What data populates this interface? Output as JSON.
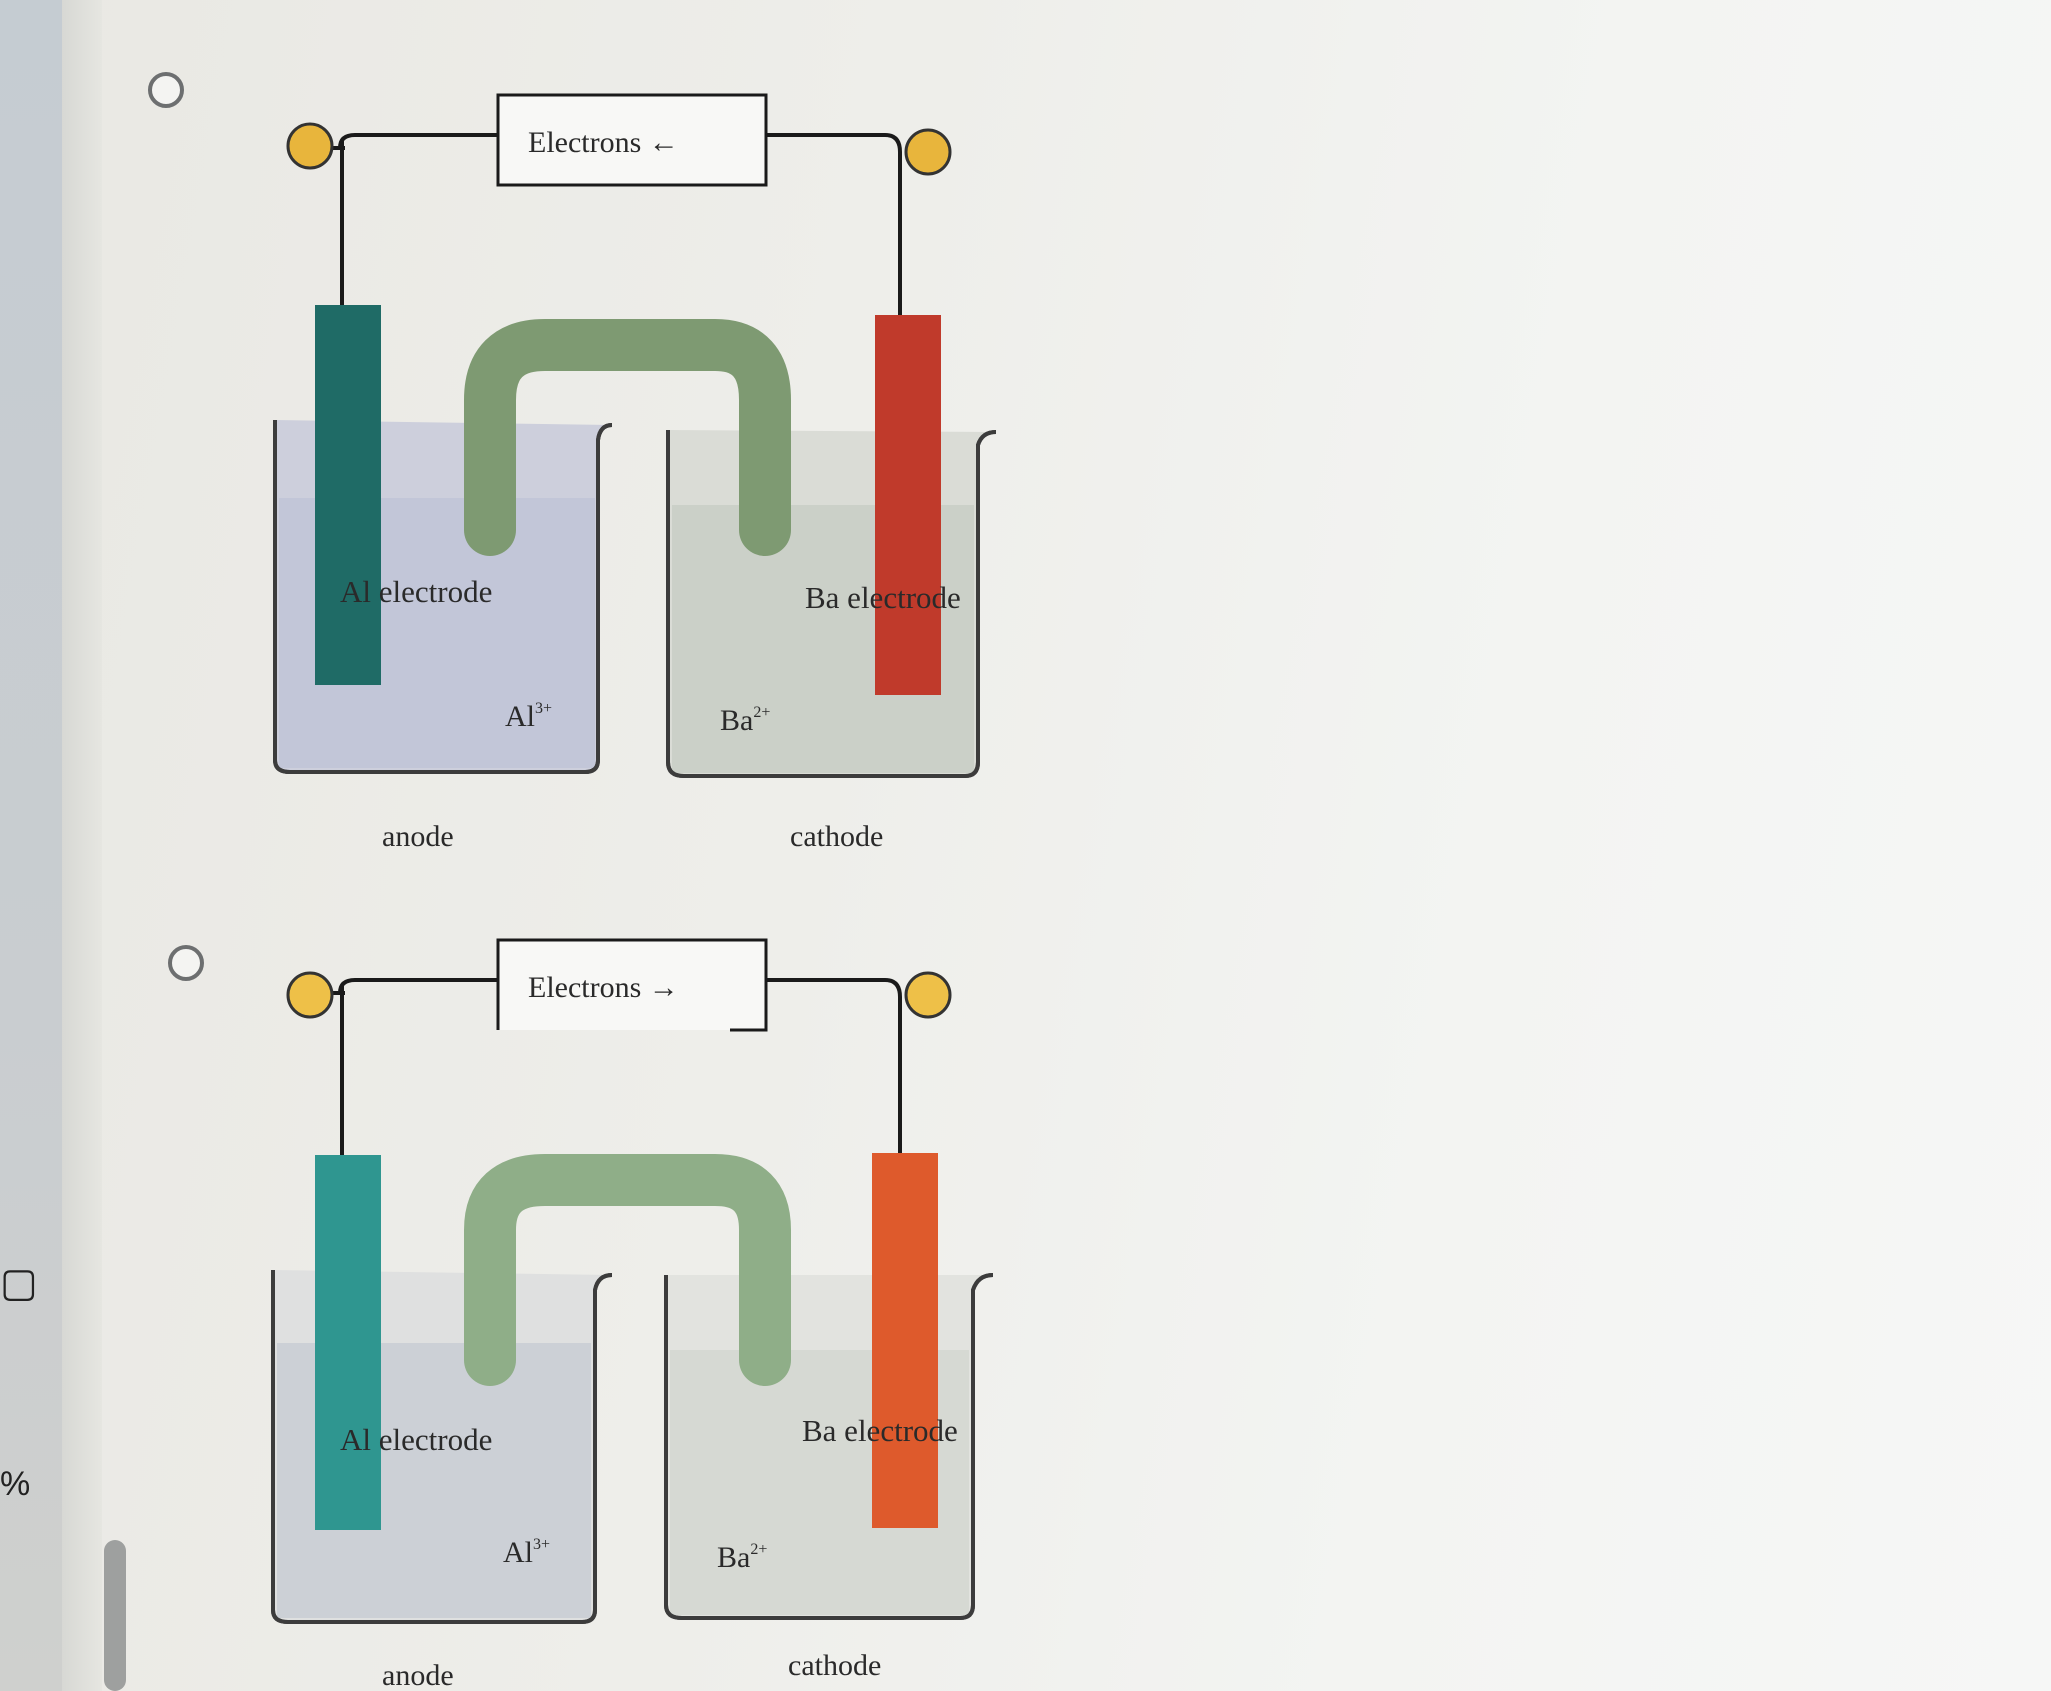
{
  "left_strip": {
    "bottom_glyph": "%",
    "mid_glyph": ""
  },
  "options": [
    {
      "electrons_label": "Electrons ←",
      "left_electrode": "Al electrode",
      "right_electrode": "Ba electrode",
      "left_ion_base": "Al",
      "left_ion_charge": "3+",
      "right_ion_base": "Ba",
      "right_ion_charge": "2+",
      "left_role": "anode",
      "right_role": "cathode",
      "colors": {
        "left_electrode": "#1f6b66",
        "right_electrode": "#c03a2b",
        "salt_bridge": "#7e9a72"
      }
    },
    {
      "electrons_label": "Electrons →",
      "left_electrode": "Al electrode",
      "right_electrode": "Ba electrode",
      "left_ion_base": "Al",
      "left_ion_charge": "3+",
      "right_ion_base": "Ba",
      "right_ion_charge": "2+",
      "left_role": "anode",
      "right_role": "cathode",
      "colors": {
        "left_electrode": "#2f9690",
        "right_electrode": "#de5a2c",
        "salt_bridge": "#8fae88"
      }
    }
  ]
}
